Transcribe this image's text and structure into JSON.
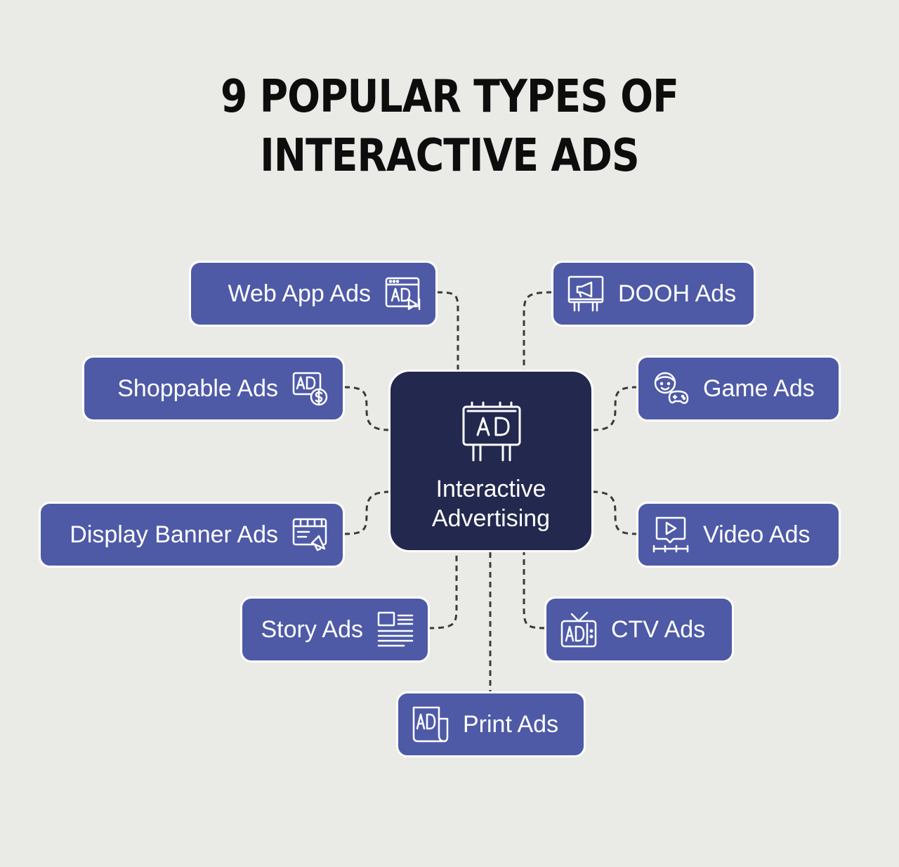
{
  "title": {
    "line1": "9 POPULAR TYPES OF",
    "line2": "INTERACTIVE ADS"
  },
  "center": {
    "icon": "billboard-ad-icon",
    "line1": "Interactive",
    "line2": "Advertising"
  },
  "nodes": {
    "web_app": {
      "label": "Web App Ads",
      "icon": "browser-ad-play-icon"
    },
    "shoppable": {
      "label": "Shoppable Ads",
      "icon": "ad-dollar-icon"
    },
    "display_banner": {
      "label": "Display Banner Ads",
      "icon": "banner-megaphone-icon"
    },
    "story": {
      "label": "Story Ads",
      "icon": "article-layout-icon"
    },
    "print": {
      "label": "Print Ads",
      "icon": "ad-paper-icon"
    },
    "dooh": {
      "label": "DOOH Ads",
      "icon": "billboard-megaphone-icon"
    },
    "game": {
      "label": "Game Ads",
      "icon": "gamer-controller-icon"
    },
    "video": {
      "label": "Video Ads",
      "icon": "video-timeline-icon"
    },
    "ctv": {
      "label": "CTV Ads",
      "icon": "tv-ad-icon"
    }
  },
  "colors": {
    "background": "#EAEAE6",
    "node": "#4E5AA6",
    "center": "#23284E",
    "border": "#FFFFFF",
    "connector": "#3A3A3A",
    "title": "#0D0D0D"
  }
}
